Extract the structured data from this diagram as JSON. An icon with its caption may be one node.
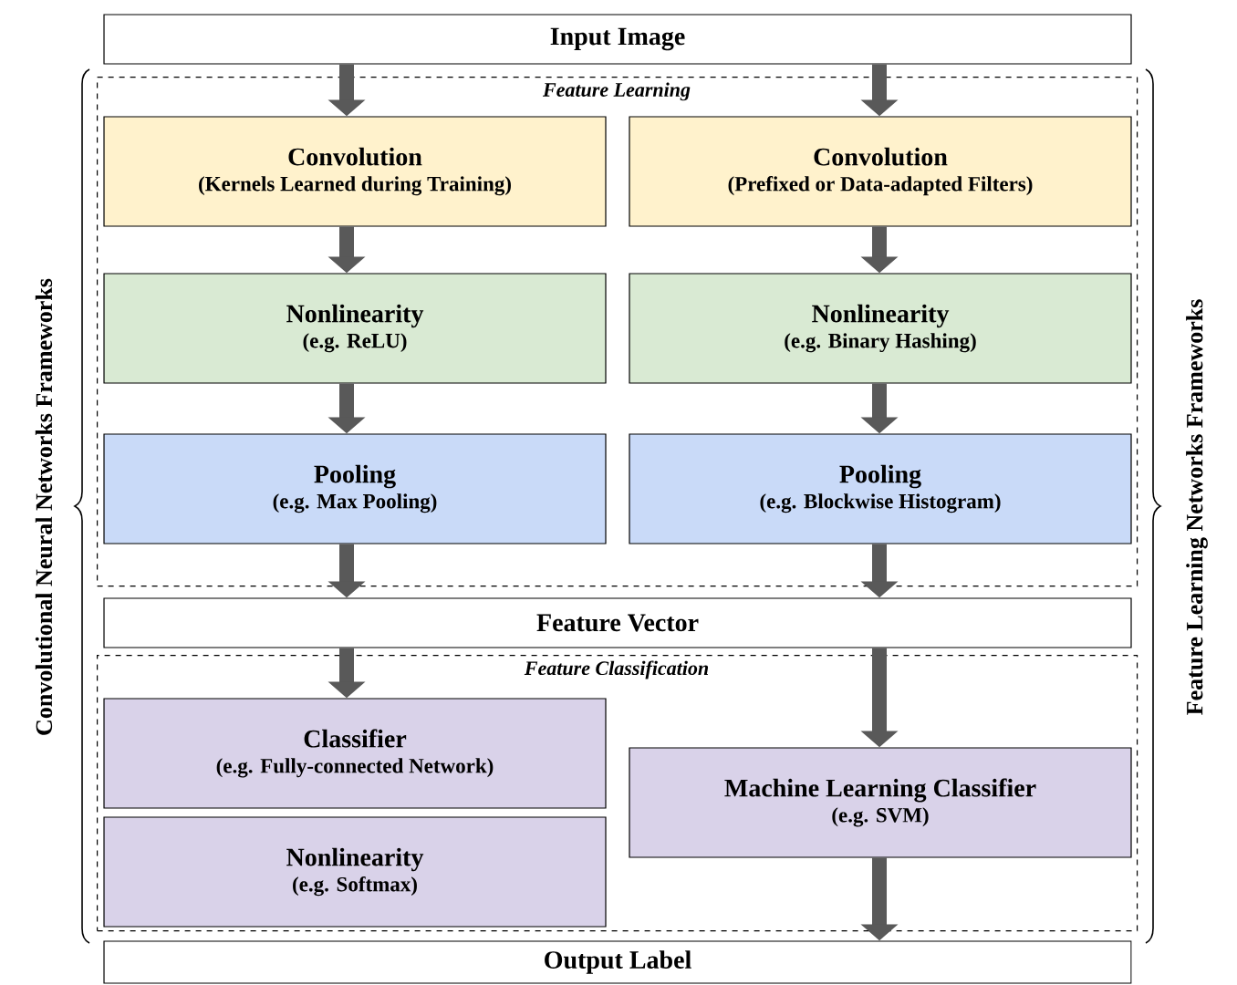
{
  "diagram": {
    "nodes": [
      {
        "text": [
          "Input Image"
        ]
      },
      {
        "text": [
          "Feature Learning"
        ]
      },
      {
        "text": [
          "Convolution",
          "(Kernels Learned during Training)"
        ],
        "in": 1
      },
      {
        "text": [
          "Convolution",
          "(Prefixed or Data-adapted Filters)"
        ],
        "in": 1
      },
      {
        "text": [
          "Nonlinearity",
          "(e.g. ReLU)"
        ],
        "in": 1
      },
      {
        "text": [
          "Nonlinearity",
          "(e.g. Binary Hashing)"
        ],
        "in": 1
      },
      {
        "text": [
          "Pooling",
          "(e.g. Max Pooling)"
        ],
        "in": 1
      },
      {
        "text": [
          "Pooling",
          "(e.g. Blockwise Histogram)"
        ],
        "in": 1
      },
      {
        "text": [
          "Feature Vector"
        ]
      },
      {
        "text": [
          "Feature Classification"
        ]
      },
      {
        "text": [
          "Classifier",
          "(e.g. Fully-connected Network)"
        ],
        "in": 9
      },
      {
        "text": [
          "Nonlinearity",
          "(e.g. Softmax)"
        ],
        "in": 9
      },
      {
        "text": [
          "Machine Learning Classifier",
          "(e.g. SVM)"
        ],
        "in": 9
      },
      {
        "text": [
          "Output Label"
        ]
      }
    ],
    "edges": [
      {
        "from": 0,
        "to": 2,
        "arrow": "to"
      },
      {
        "from": 0,
        "to": 3,
        "arrow": "to"
      },
      {
        "from": 2,
        "to": 4,
        "arrow": "to"
      },
      {
        "from": 3,
        "to": 5,
        "arrow": "to"
      },
      {
        "from": 4,
        "to": 6,
        "arrow": "to"
      },
      {
        "from": 5,
        "to": 7,
        "arrow": "to"
      },
      {
        "from": 6,
        "to": 8,
        "arrow": "to"
      },
      {
        "from": 7,
        "to": 8,
        "arrow": "to"
      },
      {
        "from": 8,
        "to": 10,
        "arrow": "to"
      },
      {
        "from": 8,
        "to": 12,
        "arrow": "to"
      },
      {
        "from": 12,
        "to": 13,
        "arrow": "to"
      }
    ],
    "labels": [
      "Convolutional Neural Networks Frameworks",
      "Feature Learning Networks Frameworks"
    ]
  }
}
